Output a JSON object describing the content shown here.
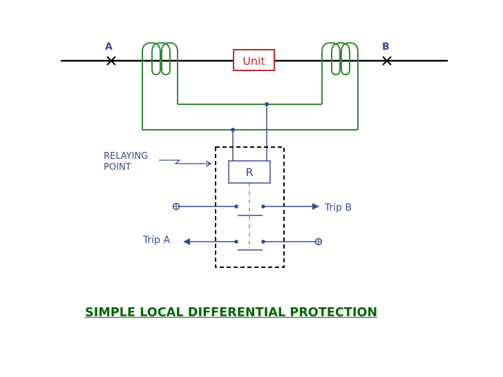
{
  "diagram": {
    "labels": {
      "bus_a": "A",
      "bus_b": "B",
      "unit": "Unit",
      "relaying_point_line1": "RELAYING",
      "relaying_point_line2": "POINT",
      "relay": "R",
      "trip_a": "Trip A",
      "trip_b": "Trip B"
    },
    "caption": "SIMPLE LOCAL DIFFERENTIAL PROTECTION"
  },
  "colors": {
    "line": "#000000",
    "ct_wiring": "#2e8b2e",
    "relay_circuit": "#3a4a8a",
    "unit_box": "#cc2222",
    "caption": "#006400"
  }
}
